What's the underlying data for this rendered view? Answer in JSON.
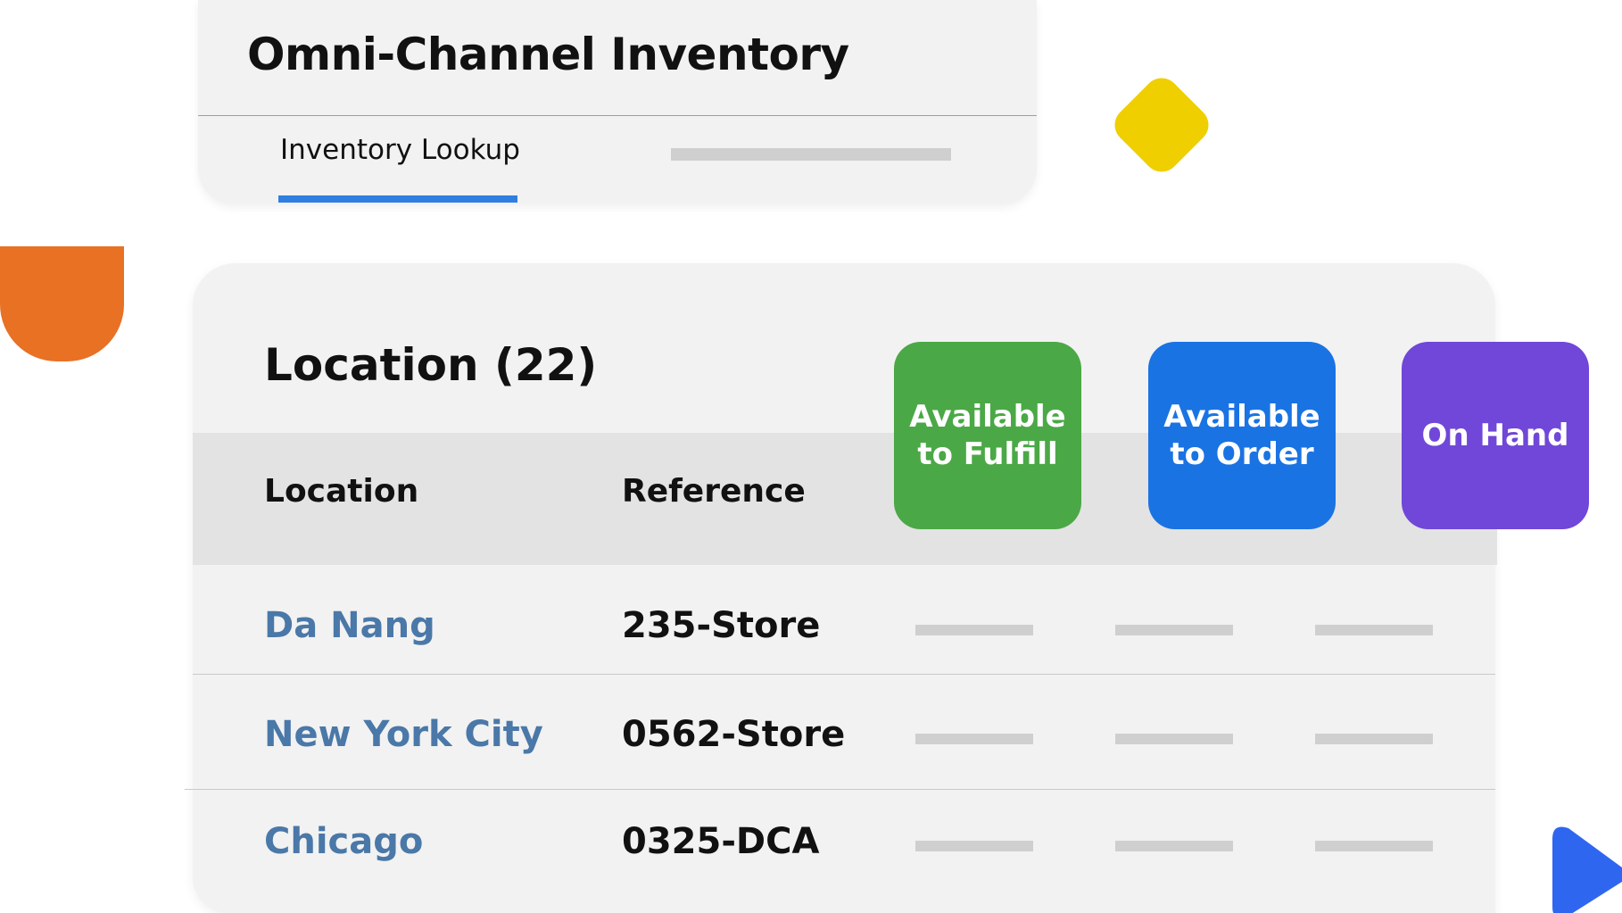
{
  "app": {
    "title": "Omni-Channel Inventory",
    "tabs": [
      {
        "label": "Inventory Lookup",
        "active": true
      }
    ]
  },
  "location_panel": {
    "title": "Location (22)",
    "columns": {
      "location": "Location",
      "reference": "Reference"
    },
    "metrics": [
      {
        "label": "Available\nto Fulfill",
        "color": "#4ba846"
      },
      {
        "label": "Available\nto Order",
        "color": "#1a73e3"
      },
      {
        "label": "On Hand",
        "color": "#7047d8"
      }
    ],
    "rows": [
      {
        "location": "Da Nang",
        "reference": "235-Store"
      },
      {
        "location": "New York City",
        "reference": "0562-Store"
      },
      {
        "location": "Chicago",
        "reference": "0325-DCA"
      }
    ]
  },
  "colors": {
    "link": "#4a78a8",
    "tab_underline": "#2e7fe0",
    "deco_orange": "#e87124",
    "deco_yellow": "#f0cf00",
    "deco_blue": "#2f66f0"
  },
  "icons": {
    "orange_shape": "rounded-bottom-square",
    "yellow_shape": "rounded-diamond",
    "blue_shape": "play-triangle"
  }
}
